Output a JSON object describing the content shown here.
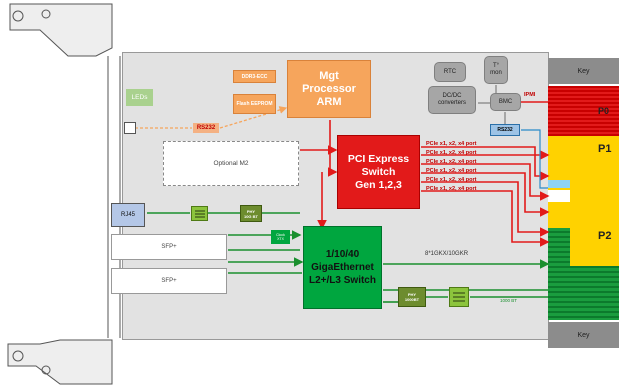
{
  "blocks": {
    "leds": "LEDs",
    "ddr": "DDR3-ECC",
    "flash": "Flash EEPROM",
    "mgt": [
      "Mgt",
      "Processor",
      "ARM"
    ],
    "rtc": "RTC",
    "tmon": [
      "T°",
      "mon"
    ],
    "dcdc": [
      "DC/DC",
      "converters"
    ],
    "bmc": "BMC",
    "ipmi": "IPMI",
    "rs232_left": "RS232",
    "rs232_right": "RS232",
    "optional_m2": "Optional M2",
    "pci": [
      "PCI Express",
      "Switch",
      "Gen 1,2,3"
    ],
    "rj45": "RJ45",
    "phy10g": [
      "PHY",
      "10G BT"
    ],
    "clock": [
      "Clock",
      "XTX"
    ],
    "sfp1": "SFP+",
    "sfp2": "SFP+",
    "giga": [
      "1/10/40",
      "GigaEthernet",
      "L2+/L3 Switch"
    ],
    "gkx": "8*1GKX/10GKR",
    "phy1000": [
      "PHY",
      "1000BT"
    ],
    "bt1000": "1000 BT"
  },
  "pcie_ports": [
    "PCIe x1, x2, x4 port",
    "PCIe x1, x2, x4 port",
    "PCIe x1, x2, x4 port",
    "PCIe x1, x2, x4 port",
    "PCIe x1, x2, x4 port",
    "PCIe x1, x2, x4 port"
  ],
  "backplane": {
    "key_top": "Key",
    "p0": "P0",
    "p1": "P1",
    "p2": "P2",
    "key_bottom": "Key"
  },
  "colors": {
    "red": "#e21a1a",
    "green": "#00a63f",
    "orange": "#f6a55c",
    "yellow": "#ffd200",
    "gray": "#a6a6a6"
  }
}
